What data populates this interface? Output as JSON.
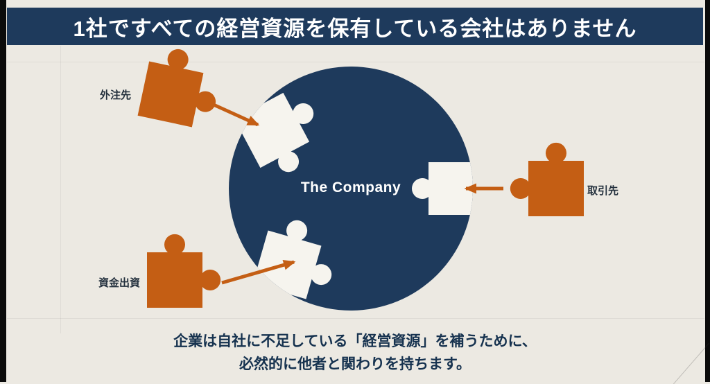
{
  "colors": {
    "bg": "#ece9e2",
    "navy": "#1e3a5c",
    "orange": "#c45e14",
    "cutout": "#f6f4ee",
    "title-text": "#ffffff",
    "label-text": "#23303d",
    "footer-text": "#16324f"
  },
  "title": "1社ですべての経営資源を保有している会社はありません",
  "diagram": {
    "company_label": "The Company",
    "labels": {
      "outsourcing": "外注先",
      "partner": "取引先",
      "investor": "資金出資"
    },
    "icons": {
      "pieces": "puzzle-piece-icon",
      "arrows": "arrow-icon"
    }
  },
  "footer": {
    "line1": "企業は自社に不足している「経営資源」を補うために、",
    "line2": "必然的に他者と関わりを持ちます。"
  }
}
